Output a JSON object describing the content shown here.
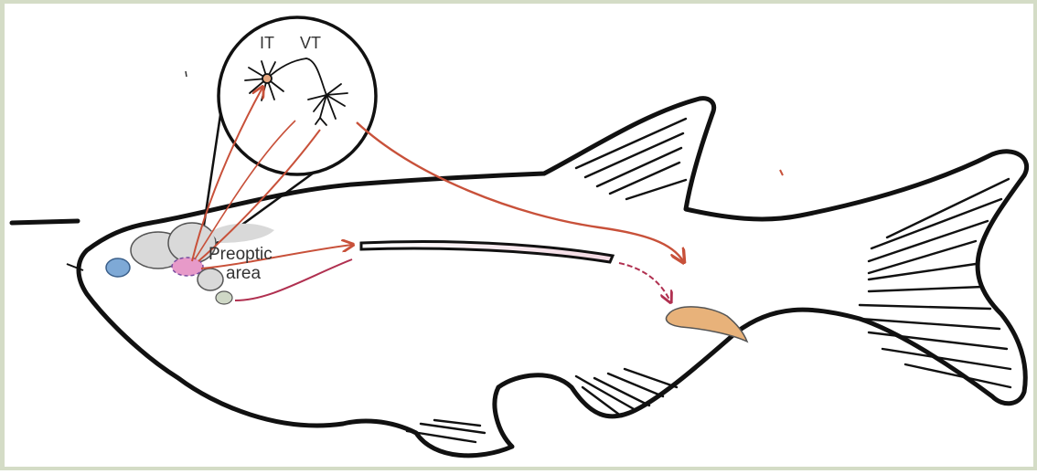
{
  "labels": {
    "region_line1": "Preoptic",
    "region_line2": "area",
    "cell_it": "IT",
    "cell_vt": "VT"
  },
  "colors": {
    "outline": "#111111",
    "brain": "#d9d9d9",
    "olfactory_bulb": "#7ea9d6",
    "preoptic_area": "#e79ac9",
    "projection_red": "#c8513a",
    "projection_crimson": "#b03050",
    "cell_body": "#e6a780",
    "gonad": "#e8b27a",
    "frame": "#d4dcc6"
  },
  "icons": [
    "neuron-it-icon",
    "neuron-vt-icon",
    "gonad-icon",
    "brain-icon"
  ]
}
